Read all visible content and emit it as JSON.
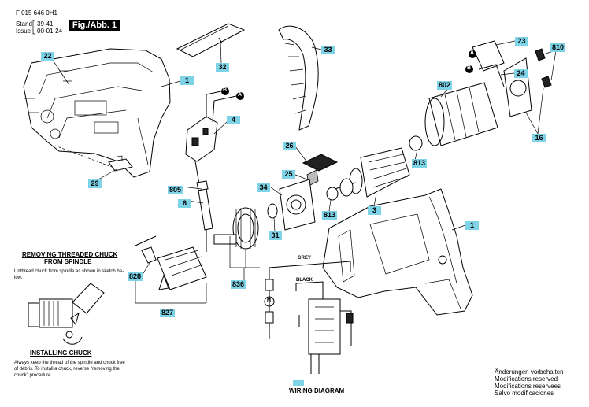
{
  "header": {
    "doc_number": "F 015 646 0H1",
    "stand_label": "Stand",
    "stand_value": "39-41",
    "issue_label": "Issue",
    "issue_value": "00-01-24",
    "figure": "Fig./Abb. 1"
  },
  "parts": [
    "22",
    "1",
    "32",
    "33",
    "23",
    "810",
    "802",
    "24",
    "16",
    "4",
    "29",
    "805",
    "6",
    "26",
    "25",
    "34",
    "813",
    "813",
    "3",
    "31",
    "1",
    "828",
    "836",
    "827"
  ],
  "connectors": {
    "a": "A",
    "b": "B"
  },
  "removing": {
    "title_line1": "REMOVING THREADED CHUCK",
    "title_line2": "FROM SPINDLE",
    "text_line1": "Unthread chuck from spindle as shown in sketch be-",
    "text_line2": "low."
  },
  "installing": {
    "title": "INSTALLING CHUCK",
    "text_line1": "Always keep the thread of the spindle and chuck free",
    "text_line2": "of debris. To install a chuck, reverse \"removing the",
    "text_line3": "chuck\" procedure."
  },
  "wiring": {
    "grey": "GREY",
    "black": "BLACK",
    "motor_symbol": "M",
    "title": "WIRING DIAGRAM"
  },
  "footer": {
    "line1": "Änderungen vorbehalten",
    "line2": "Modifications reserved",
    "line3": "Modifications reservees",
    "line4": "Salvo modificaciones"
  }
}
